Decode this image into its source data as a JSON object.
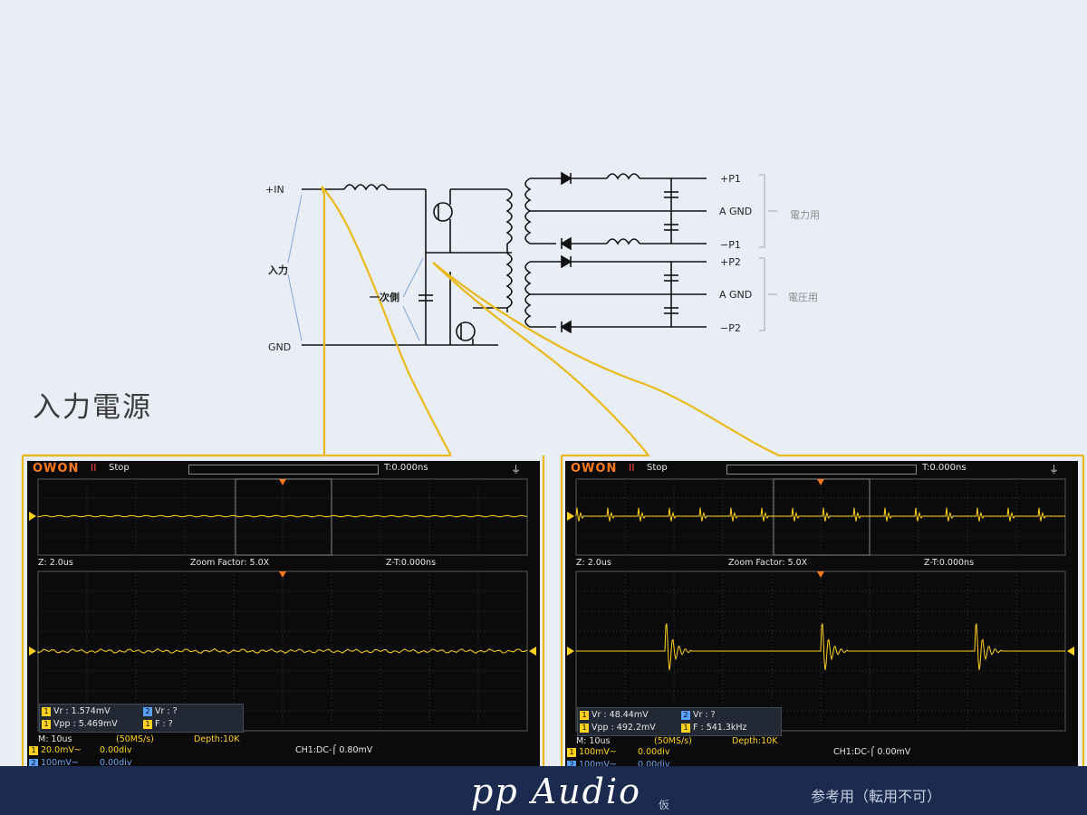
{
  "schematic": {
    "label_in": "+IN",
    "label_gnd": "GND",
    "label_input": "入力",
    "label_primary": "一次側",
    "outputs": [
      "+P1",
      "A GND",
      "−P1",
      "+P2",
      "A GND",
      "−P2"
    ],
    "group_power": "電力用",
    "group_voltage": "電圧用"
  },
  "title": "入力電源",
  "scopes": [
    {
      "logo": "OWON",
      "run_icon": "II",
      "state": "Stop",
      "tpos": "T:0.000ns",
      "z_time": "Z: 2.0us",
      "zoom": "Zoom Factor: 5.0X",
      "zt": "Z-T:0.000ns",
      "meas": [
        {
          "ch": "1",
          "text": "Vr : 1.574mV"
        },
        {
          "ch": "2",
          "text": "Vr :     ?"
        },
        {
          "ch": "1",
          "text": "Vpp : 5.469mV"
        },
        {
          "ch": "1",
          "text": "F :     ?"
        }
      ],
      "m_time": "M: 10us",
      "rate": "(50MS/s)",
      "depth": "Depth:10K",
      "ch1_scale": "20.0mV~",
      "ch1_off": "0.00div",
      "ch2_scale": "100mV~",
      "ch2_off": "0.00div",
      "trigger": "CH1:DC-⌠ 0.80mV"
    },
    {
      "logo": "OWON",
      "run_icon": "II",
      "state": "Stop",
      "tpos": "T:0.000ns",
      "z_time": "Z: 2.0us",
      "zoom": "Zoom Factor: 5.0X",
      "zt": "Z-T:0.000ns",
      "meas": [
        {
          "ch": "1",
          "text": "Vr : 48.44mV"
        },
        {
          "ch": "2",
          "text": "Vr :     ?"
        },
        {
          "ch": "1",
          "text": "Vpp : 492.2mV"
        },
        {
          "ch": "1",
          "text": "F : 541.3kHz"
        }
      ],
      "m_time": "M: 10us",
      "rate": "(50MS/s)",
      "depth": "Depth:10K",
      "ch1_scale": "100mV~",
      "ch1_off": "0.00div",
      "ch2_scale": "100mV~",
      "ch2_off": "0.00div",
      "trigger": "CH1:DC-⌠ 0.00mV"
    }
  ],
  "footer": {
    "brand": "pp Audio",
    "brand_sub": "仮",
    "note": "参考用（転用不可）"
  },
  "colors": {
    "background": "#e9eef6",
    "trace": "#ffd21f",
    "callout": "#e9b919",
    "footer": "#1b2a4f"
  }
}
